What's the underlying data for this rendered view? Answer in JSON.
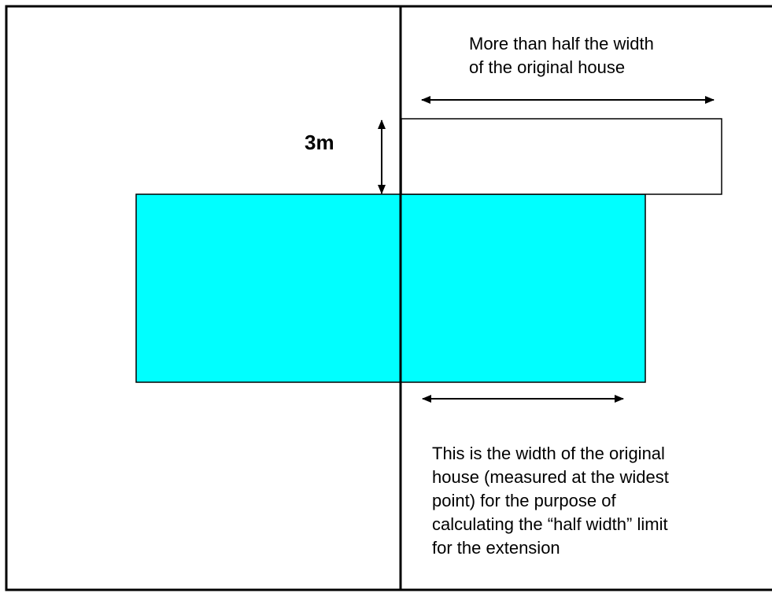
{
  "diagram": {
    "colors": {
      "line": "#000000",
      "original_house_fill": "#00ffff",
      "extension_fill": "#ffffff",
      "background": "#ffffff"
    },
    "labels": {
      "depth": "3m",
      "extension_width": "More than half the width\nof the original house",
      "original_width": "This is the width of the original\nhouse (measured at the widest\npoint) for the purpose of\ncalculating the “half width” limit\nfor the extension"
    }
  }
}
